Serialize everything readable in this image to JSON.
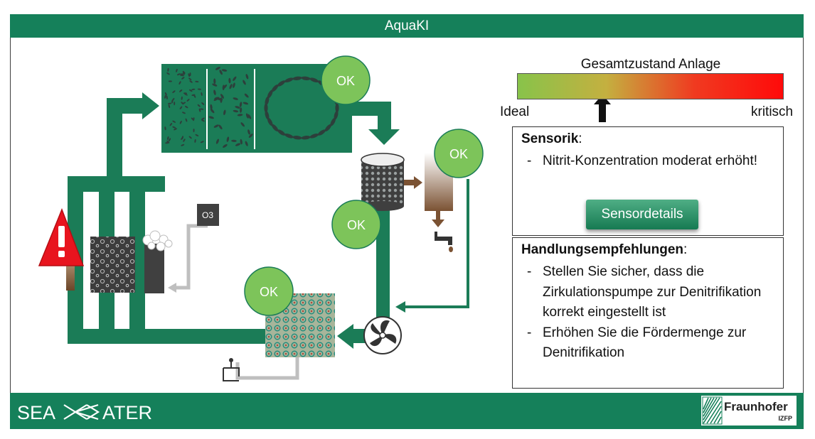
{
  "app": {
    "title": "AquaKI"
  },
  "diagram": {
    "ok_badges": [
      "OK",
      "OK",
      "OK",
      "OK"
    ],
    "ozone_label": "O3",
    "warning_icon": "warning-triangle-icon",
    "pump_icon": "circulation-pump-icon",
    "colors": {
      "primary": "#15805a",
      "pipe_green": "#1b7c57",
      "ok_badge": "#7dc45a",
      "warning": "#e8141e",
      "pipe_grey": "#bfbfbf"
    }
  },
  "status": {
    "title": "Gesamtzustand Anlage",
    "low_label": "Ideal",
    "high_label": "kritisch",
    "level": 0.32,
    "gradient": [
      "#88c34a",
      "#c4b040",
      "#f03a20",
      "#ff0a0a"
    ]
  },
  "sensor_panel": {
    "heading": "Sensorik",
    "heading_suffix": ":",
    "items": [
      "Nitrit-Konzentration moderat erhöht!"
    ],
    "button_label": "Sensordetails"
  },
  "recommendations_panel": {
    "heading": "Handlungsempfehlungen",
    "heading_suffix": ":",
    "items": [
      "Stellen Sie sicher, dass die Zirkulationspumpe zur Denitrifikation korrekt eingestellt ist",
      "Erhöhen Sie die Fördermenge zur Denitrifikation"
    ]
  },
  "footer": {
    "logo_left": "SEAWATER",
    "logo_right_name": "Fraunhofer",
    "logo_right_sub": "IZFP"
  }
}
